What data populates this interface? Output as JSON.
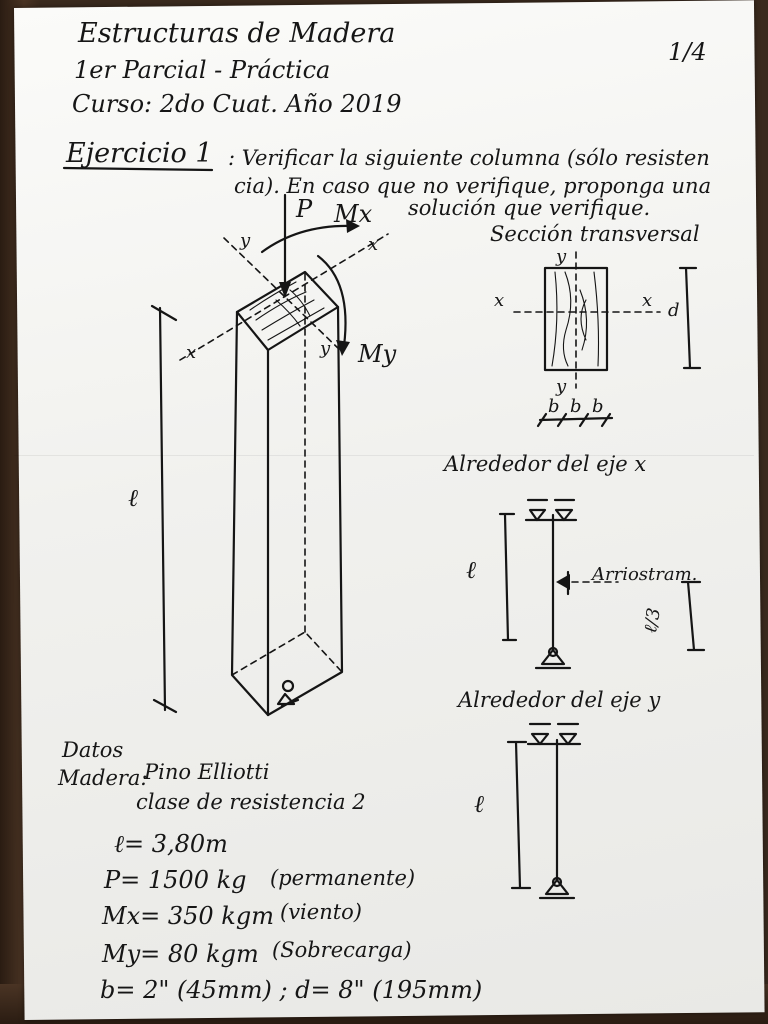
{
  "header": {
    "line1": "Estructuras de Madera",
    "line2": "1er Parcial - Práctica",
    "line3": "Curso: 2do Cuat. Año 2019",
    "page": "1/4"
  },
  "exercise": {
    "heading": "Ejercicio 1",
    "text1": ": Verificar la siguiente columna (sólo resisten",
    "text2": "cia). En caso que no verifique, proponga una",
    "text3": "solución que verifique."
  },
  "column_figure": {
    "load_label": "P",
    "mx_label": "Mx",
    "my_label": "My",
    "length_label": "ℓ",
    "axis_x_top": "x",
    "axis_y_top": "y",
    "axis_x_bottom": "x",
    "axis_y_bottom": "y"
  },
  "section": {
    "title": "Sección transversal",
    "y_top": "y",
    "y_bottom": "y",
    "x_left": "x",
    "x_right": "x",
    "d_label": "d",
    "b_labels": [
      "b",
      "b",
      "b"
    ]
  },
  "axis_x_diagram": {
    "title": "Alrededor del eje x",
    "length_label": "ℓ",
    "bracing_label": "Arriostram.",
    "third_label": "ℓ/3"
  },
  "axis_y_diagram": {
    "title": "Alrededor del eje y",
    "length_label": "ℓ"
  },
  "data": {
    "heading": "Datos",
    "wood_label": "Madera:",
    "wood_species": "Pino Elliotti",
    "wood_class": "clase de resistencia 2",
    "l_value": "ℓ= 3,80m",
    "p_value": "P= 1500 kg",
    "p_note": "(permanente)",
    "mx_value": "Mx= 350 kgm",
    "mx_note": "(viento)",
    "my_value": "My= 80 kgm",
    "my_note": "(Sobrecarga)",
    "dims": "b= 2\" (45mm) ; d= 8\" (195mm)"
  }
}
